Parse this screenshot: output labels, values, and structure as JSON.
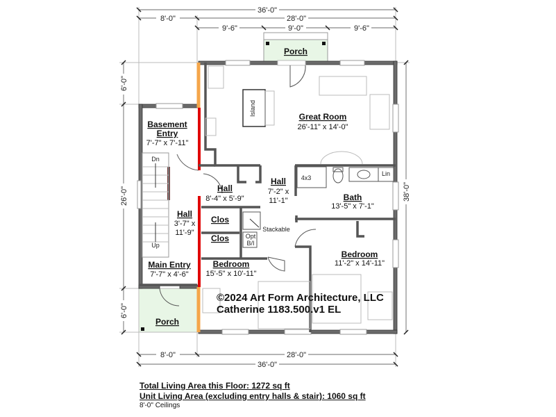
{
  "dimensions": {
    "top_overall": "36'-0\"",
    "top_left": "8'-0\"",
    "top_right": "28'-0\"",
    "top_seg1": "9'-6\"",
    "top_seg2": "9'-0\"",
    "top_seg3": "9'-6\"",
    "left_top": "6'-0\"",
    "left_mid": "26'-0\"",
    "left_bottom": "6'-0\"",
    "right_overall": "38'-0\"",
    "bottom_left": "8'-0\"",
    "bottom_right": "28'-0\"",
    "bottom_overall": "36'-0\""
  },
  "rooms": {
    "porch_top": {
      "name": "Porch"
    },
    "great_room": {
      "name": "Great Room",
      "size": "26'-11\" x 14'-0\""
    },
    "basement_entry": {
      "name": "Basement Entry",
      "line1": "Basement",
      "line2": "Entry",
      "size": "7'-7\" x 7'-11\""
    },
    "hall_center": {
      "name": "Hall",
      "size": "8'-4\" x 5'-9\""
    },
    "hall_right": {
      "name": "Hall",
      "size1": "7'-2\" x",
      "size2": "11'-1\""
    },
    "hall_left": {
      "name": "Hall",
      "size1": "3'-7\" x",
      "size2": "11'-9\""
    },
    "bath": {
      "name": "Bath",
      "size": "13'-5\" x 7'-1\""
    },
    "clos1": {
      "name": "Clos"
    },
    "clos2": {
      "name": "Clos"
    },
    "bedroom1": {
      "name": "Bedroom",
      "size": "15'-5\" x 10'-11\""
    },
    "bedroom2": {
      "name": "Bedroom",
      "size": "11'-2\" x 14'-11\""
    },
    "main_entry": {
      "name": "Main Entry",
      "size": "7'-7\" x 4'-6\""
    },
    "porch_bottom": {
      "name": "Porch"
    }
  },
  "fixtures": {
    "island": "Island",
    "shower": "4x3",
    "linen": "Lin",
    "stackable": "Stackable",
    "opt1": "Opt",
    "opt2": "B/I",
    "stairs_down": "Dn",
    "stairs_up": "Up"
  },
  "copyright": {
    "line1": "©2024 Art Form Architecture, LLC",
    "line2": "Catherine 1183.500.v1 EL"
  },
  "footer": {
    "total_area": "Total Living Area this Floor: 1272 sq ft",
    "unit_area": "Unit Living Area (excluding entry halls & stair): 1060 sq ft",
    "ceilings": "8'-0\" Ceilings"
  },
  "colors": {
    "porch": "#e8f6e6",
    "wall": "#6b6b6b",
    "red_wall": "#e00000",
    "orange_wall": "#f5a64a"
  }
}
